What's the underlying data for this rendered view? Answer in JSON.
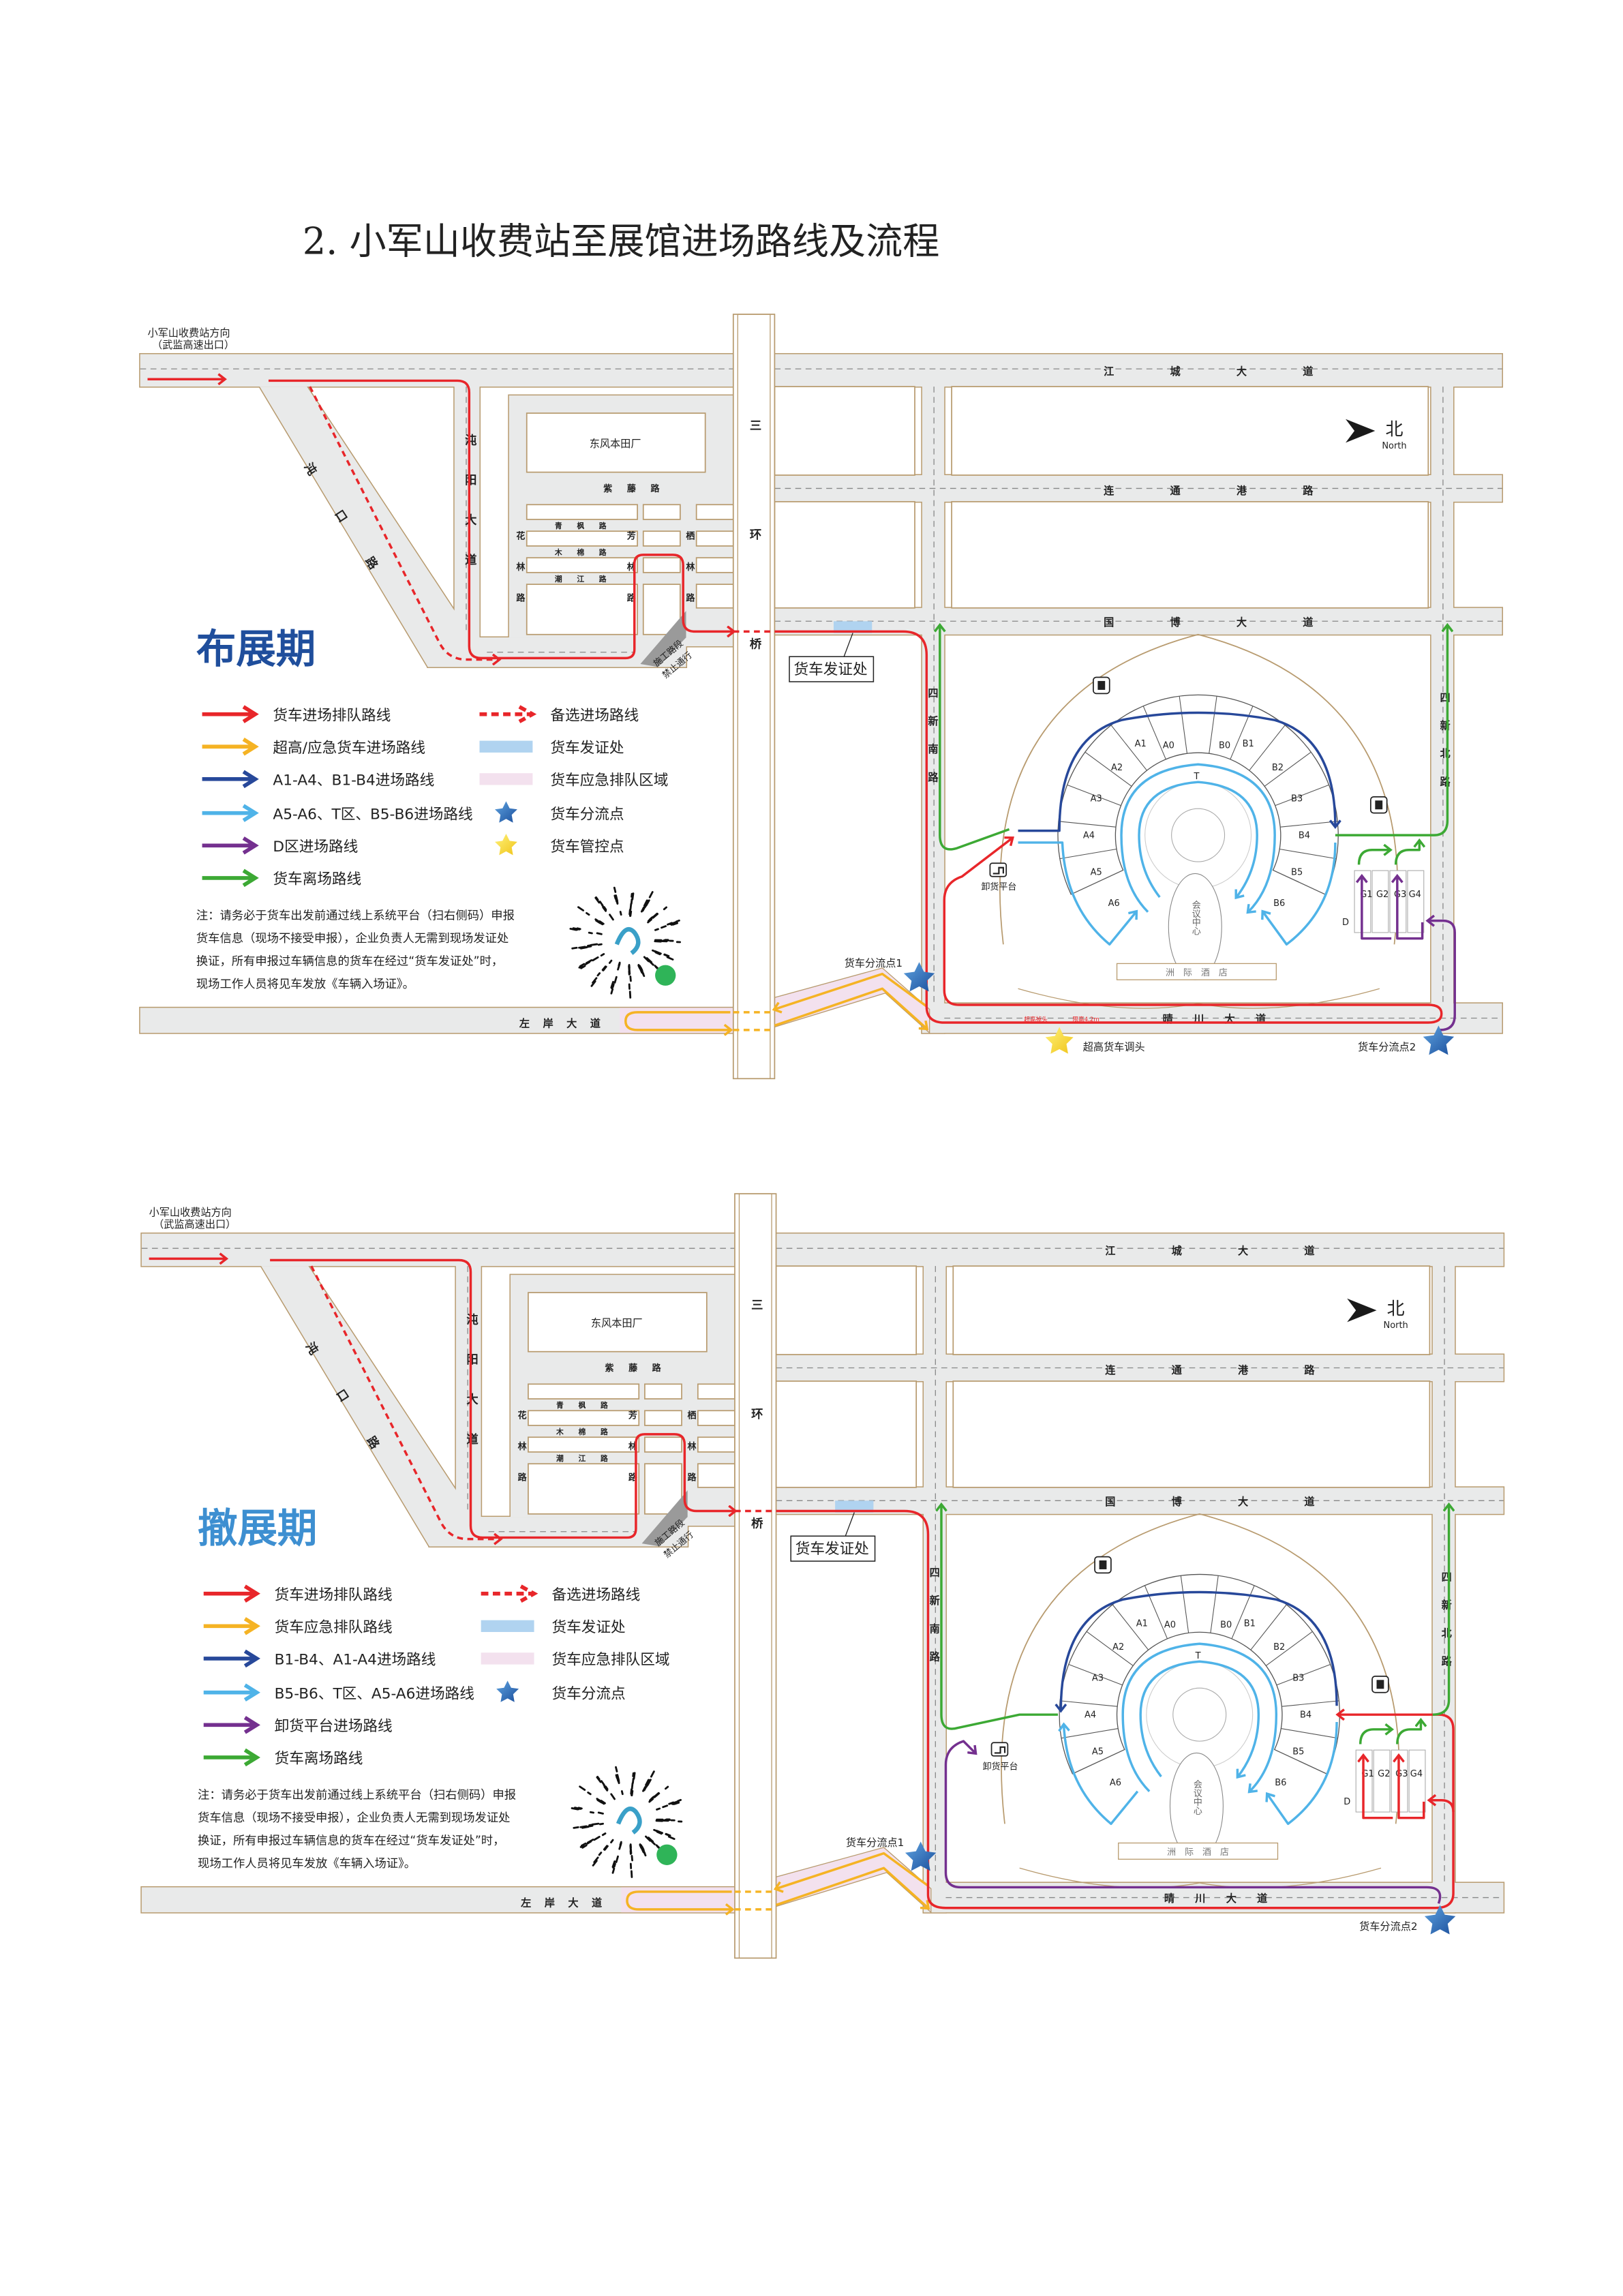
{
  "title": "2.  小军山收费站至展馆进场路线及流程",
  "maps": [
    {
      "phase_title": "布展期",
      "phase_color": "#1f4e9c",
      "origin_label": [
        "小军山收费站方向",
        "（武监高速出口）"
      ],
      "road_labels": {
        "jiangcheng": "江城大道",
        "liantonggang": "连通港路",
        "guobo": "国博大道",
        "qingchuan": "晴川大道",
        "zuoan": "左岸大道",
        "sanhuanqiao": "三环桥",
        "sixinnan": "四新南路",
        "sixinbei": "四新北路",
        "zhuanyang": "沌阳大道",
        "zhuankou": "沌口路",
        "ziteng": "紫藤路",
        "qingfeng": "青枫路",
        "mumian": "木棉路",
        "chaojiang": "潮江路",
        "hualin": "花林路",
        "fanglin": "芳林路",
        "qilin": "栖林路"
      },
      "places": {
        "dongfeng_honda": "东风本田厂",
        "permit_office": "货车发证处",
        "construction": [
          "施工路段",
          "禁止通行"
        ],
        "unloading_platform": "卸货平台",
        "conference_center": "会议中心",
        "hotel": "洲际酒店",
        "zone_d": "D",
        "zone_t": "T"
      },
      "halls": [
        "A0",
        "A1",
        "A2",
        "A3",
        "A4",
        "A5",
        "A6",
        "B0",
        "B1",
        "B2",
        "B3",
        "B4",
        "B5",
        "B6",
        "G1",
        "G2",
        "G3",
        "G4"
      ],
      "north": {
        "label": "北",
        "sub": "North"
      },
      "markers": {
        "split1": "货车分流点1",
        "split2": "货车分流点2",
        "control": "超高货车调头"
      },
      "height_notes": [
        "超高掉头",
        "限高4.2m"
      ],
      "legend_routes": [
        {
          "label": "货车进场排队路线",
          "color": "#e8262a"
        },
        {
          "label": "超高/应急货车进场路线",
          "color": "#f5b324"
        },
        {
          "label": "A1-A4、B1-B4进场路线",
          "color": "#27489a"
        },
        {
          "label": "A5-A6、T区、B5-B6进场路线",
          "color": "#4fb3e8"
        },
        {
          "label": "D区进场路线",
          "color": "#74308f"
        },
        {
          "label": "货车离场路线",
          "color": "#3ca934"
        }
      ],
      "legend_symbols": [
        {
          "label": "备选进场路线",
          "symbol": "dashed-arrow",
          "color": "#e8262a"
        },
        {
          "label": "货车发证处",
          "symbol": "swatch",
          "color": "#b0d3f0"
        },
        {
          "label": "货车应急排队区域",
          "symbol": "swatch",
          "color": "#f3e1ee"
        },
        {
          "label": "货车分流点",
          "symbol": "star",
          "color": "#2f6db5"
        },
        {
          "label": "货车管控点",
          "symbol": "star",
          "color": "#f2d02a"
        }
      ],
      "note": [
        "注：请务必于货车出发前通过线上系统平台（扫右侧码）申报",
        "货车信息（现场不接受申报），企业负责人无需到现场发证处",
        "换证，所有申报过车辆信息的货车在经过“货车发证处”时，",
        "现场工作人员将见车发放《车辆入场证》。"
      ]
    },
    {
      "phase_title": "撤展期",
      "phase_color": "#3d8fd1",
      "origin_label": [
        "小军山收费站方向",
        "（武监高速出口）"
      ],
      "road_labels": {
        "jiangcheng": "江城大道",
        "liantonggang": "连通港路",
        "guobo": "国博大道",
        "qingchuan": "晴川大道",
        "zuoan": "左岸大道",
        "sanhuanqiao": "三环桥",
        "sixinnan": "四新南路",
        "sixinbei": "四新北路",
        "zhuanyang": "沌阳大道",
        "zhuankou": "沌口路",
        "ziteng": "紫藤路",
        "qingfeng": "青枫路",
        "mumian": "木棉路",
        "chaojiang": "潮江路",
        "hualin": "花林路",
        "fanglin": "芳林路",
        "qilin": "栖林路"
      },
      "places": {
        "dongfeng_honda": "东风本田厂",
        "permit_office": "货车发证处",
        "construction": [
          "施工路段",
          "禁止通行"
        ],
        "unloading_platform": "卸货平台",
        "conference_center": "会议中心",
        "hotel": "洲际酒店",
        "zone_d": "D",
        "zone_t": "T"
      },
      "halls": [
        "A0",
        "A1",
        "A2",
        "A3",
        "A4",
        "A5",
        "A6",
        "B0",
        "B1",
        "B2",
        "B3",
        "B4",
        "B5",
        "B6",
        "G1",
        "G2",
        "G3",
        "G4"
      ],
      "north": {
        "label": "北",
        "sub": "North"
      },
      "markers": {
        "split1": "货车分流点1",
        "split2": "货车分流点2"
      },
      "legend_routes": [
        {
          "label": "货车进场排队路线",
          "color": "#e8262a"
        },
        {
          "label": "货车应急排队路线",
          "color": "#f5b324"
        },
        {
          "label": "B1-B4、A1-A4进场路线",
          "color": "#27489a"
        },
        {
          "label": "B5-B6、T区、A5-A6进场路线",
          "color": "#4fb3e8"
        },
        {
          "label": "卸货平台进场路线",
          "color": "#74308f"
        },
        {
          "label": "货车离场路线",
          "color": "#3ca934"
        }
      ],
      "legend_symbols": [
        {
          "label": "备选进场路线",
          "symbol": "dashed-arrow",
          "color": "#e8262a"
        },
        {
          "label": "货车发证处",
          "symbol": "swatch",
          "color": "#b0d3f0"
        },
        {
          "label": "货车应急排队区域",
          "symbol": "swatch",
          "color": "#f3e1ee"
        },
        {
          "label": "货车分流点",
          "symbol": "star",
          "color": "#2f6db5"
        }
      ],
      "note": [
        "注：请务必于货车出发前通过线上系统平台（扫右侧码）申报",
        "货车信息（现场不接受申报），企业负责人无需到现场发证处",
        "换证，所有申报过车辆信息的货车在经过“货车发证处”时，",
        "现场工作人员将见车发放《车辆入场证》。"
      ]
    }
  ]
}
